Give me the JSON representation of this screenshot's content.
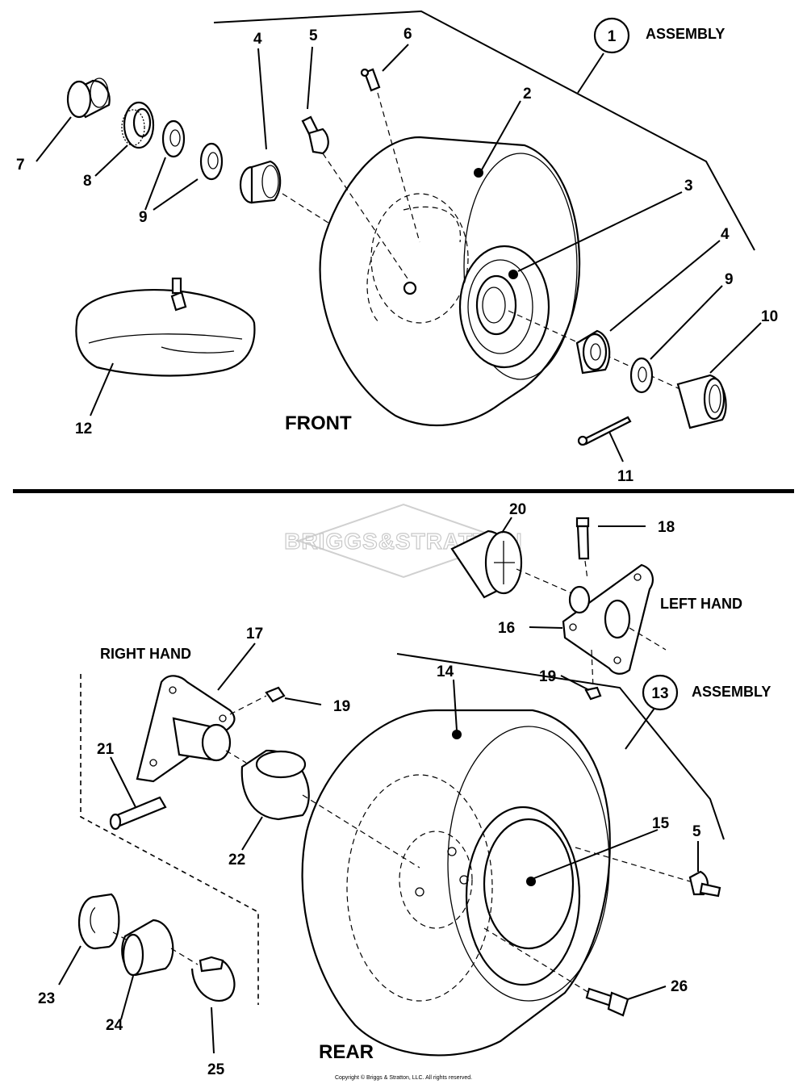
{
  "front": {
    "heading": "FRONT",
    "assembly_label": "ASSEMBLY",
    "callouts": [
      "1",
      "2",
      "3",
      "4",
      "5",
      "6",
      "7",
      "8",
      "9",
      "4",
      "9",
      "10",
      "11",
      "12"
    ]
  },
  "rear": {
    "heading": "REAR",
    "assembly_label": "ASSEMBLY",
    "left_hand": "LEFT HAND",
    "right_hand": "RIGHT HAND",
    "callouts": [
      "13",
      "14",
      "15",
      "16",
      "17",
      "18",
      "19",
      "19",
      "20",
      "21",
      "22",
      "5",
      "23",
      "24",
      "25",
      "26"
    ]
  },
  "watermark": "BRIGGS&STRATTON",
  "copyright": "Copyright © Briggs & Stratton, LLC. All rights reserved."
}
